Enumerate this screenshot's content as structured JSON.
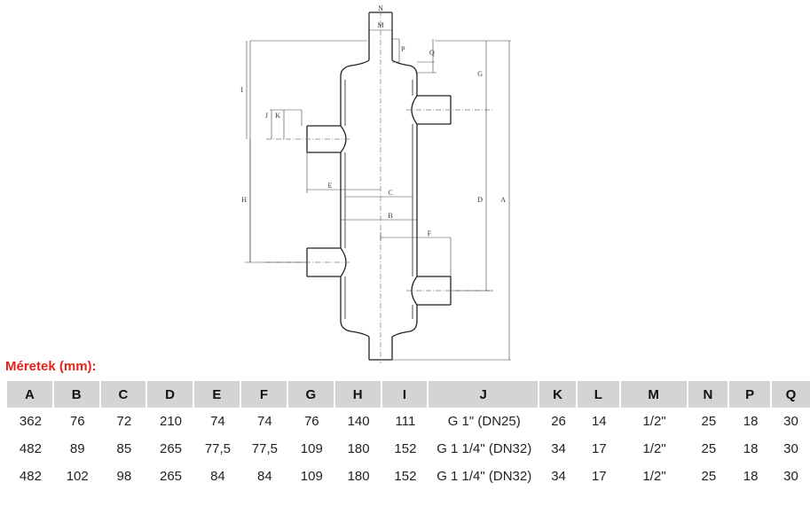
{
  "drawing": {
    "labels": {
      "A": "A",
      "B": "B",
      "C": "C",
      "D": "D",
      "E": "E",
      "F": "F",
      "G": "G",
      "H": "H",
      "I": "I",
      "J": "J",
      "K": "K",
      "M": "M",
      "N": "N",
      "P": "P",
      "Q": "Q"
    }
  },
  "title": "Méretek (mm):",
  "table": {
    "headers": [
      "A",
      "B",
      "C",
      "D",
      "E",
      "F",
      "G",
      "H",
      "I",
      "J",
      "K",
      "L",
      "M",
      "N",
      "P",
      "Q"
    ],
    "rows": [
      [
        "362",
        "76",
        "72",
        "210",
        "74",
        "74",
        "76",
        "140",
        "111",
        "G 1\" (DN25)",
        "26",
        "14",
        "1/2\"",
        "25",
        "18",
        "30"
      ],
      [
        "482",
        "89",
        "85",
        "265",
        "77,5",
        "77,5",
        "109",
        "180",
        "152",
        "G 1 1/4\" (DN32)",
        "34",
        "17",
        "1/2\"",
        "25",
        "18",
        "30"
      ],
      [
        "482",
        "102",
        "98",
        "265",
        "84",
        "84",
        "109",
        "180",
        "152",
        "G 1 1/4\" (DN32)",
        "34",
        "17",
        "1/2\"",
        "25",
        "18",
        "30"
      ]
    ]
  }
}
